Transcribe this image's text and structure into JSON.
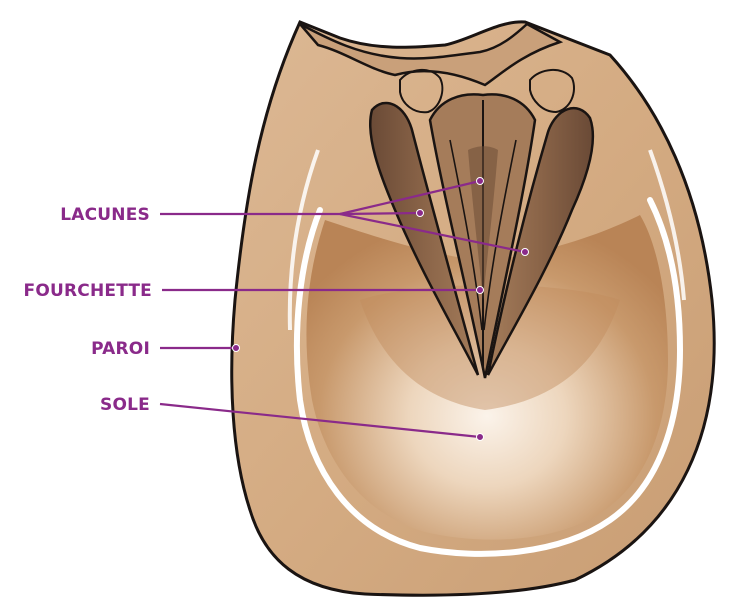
{
  "colors": {
    "label": "#8a2a8a",
    "outline": "#1a1412",
    "hoof_wall": "#d6b08a",
    "sole_dark": "#b98456",
    "sole_light": "#fbf3ea",
    "frog_dark": "#5a3e2e",
    "white_line": "#ffffff"
  },
  "labels": {
    "lacunes": "LACUNES",
    "fourchette": "FOURCHETTE",
    "paroi": "PAROI",
    "sole": "SOLE"
  }
}
